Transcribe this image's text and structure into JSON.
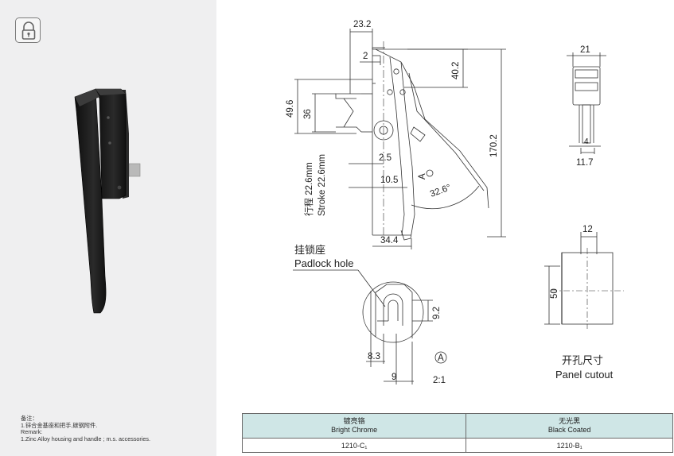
{
  "sidebar": {
    "lock_icon": "padlock-icon",
    "notes": {
      "heading_cn": "备注：",
      "line1_cn": "1.锌合金基座和把手,碳钢附件.",
      "remark_label": "Remark:",
      "line1_en": "1.Zinc Alloy housing and handle ; m.s. accessories."
    }
  },
  "drawing": {
    "dims": {
      "d23_2": "23.2",
      "d2": "2",
      "d40_2": "40.2",
      "d49_6": "49.6",
      "d36": "36",
      "d170_2": "170.2",
      "stroke_cn": "行程 22.6mm",
      "stroke_en": "Stroke 22.6mm",
      "d2_5": "2.5",
      "d10_5": "10.5",
      "angle": "32.6°",
      "detail_tag": "A",
      "d34_4": "34.4",
      "d21": "21",
      "d4": "4",
      "d11_7": "11.7",
      "d12": "12",
      "d50": "50",
      "d9_2": "9.2",
      "d8_3": "8.3",
      "d9": "9",
      "scale": "2:1"
    },
    "padlock_cn": "挂锁座",
    "padlock_en": "Padlock hole",
    "cutout_cn": "开孔尺寸",
    "cutout_en": "Panel  cutout"
  },
  "finish_table": {
    "col1_cn": "镀亮铬",
    "col1_en": "Bright Chrome",
    "col2_cn": "无光黑",
    "col2_en": "Black Coated",
    "col1_code": "1210-C₁",
    "col2_code": "1210-B₁"
  },
  "colors": {
    "panel_bg": "#efeff0",
    "table_header": "#cfe6e6",
    "handle": "#1c1c1c"
  }
}
